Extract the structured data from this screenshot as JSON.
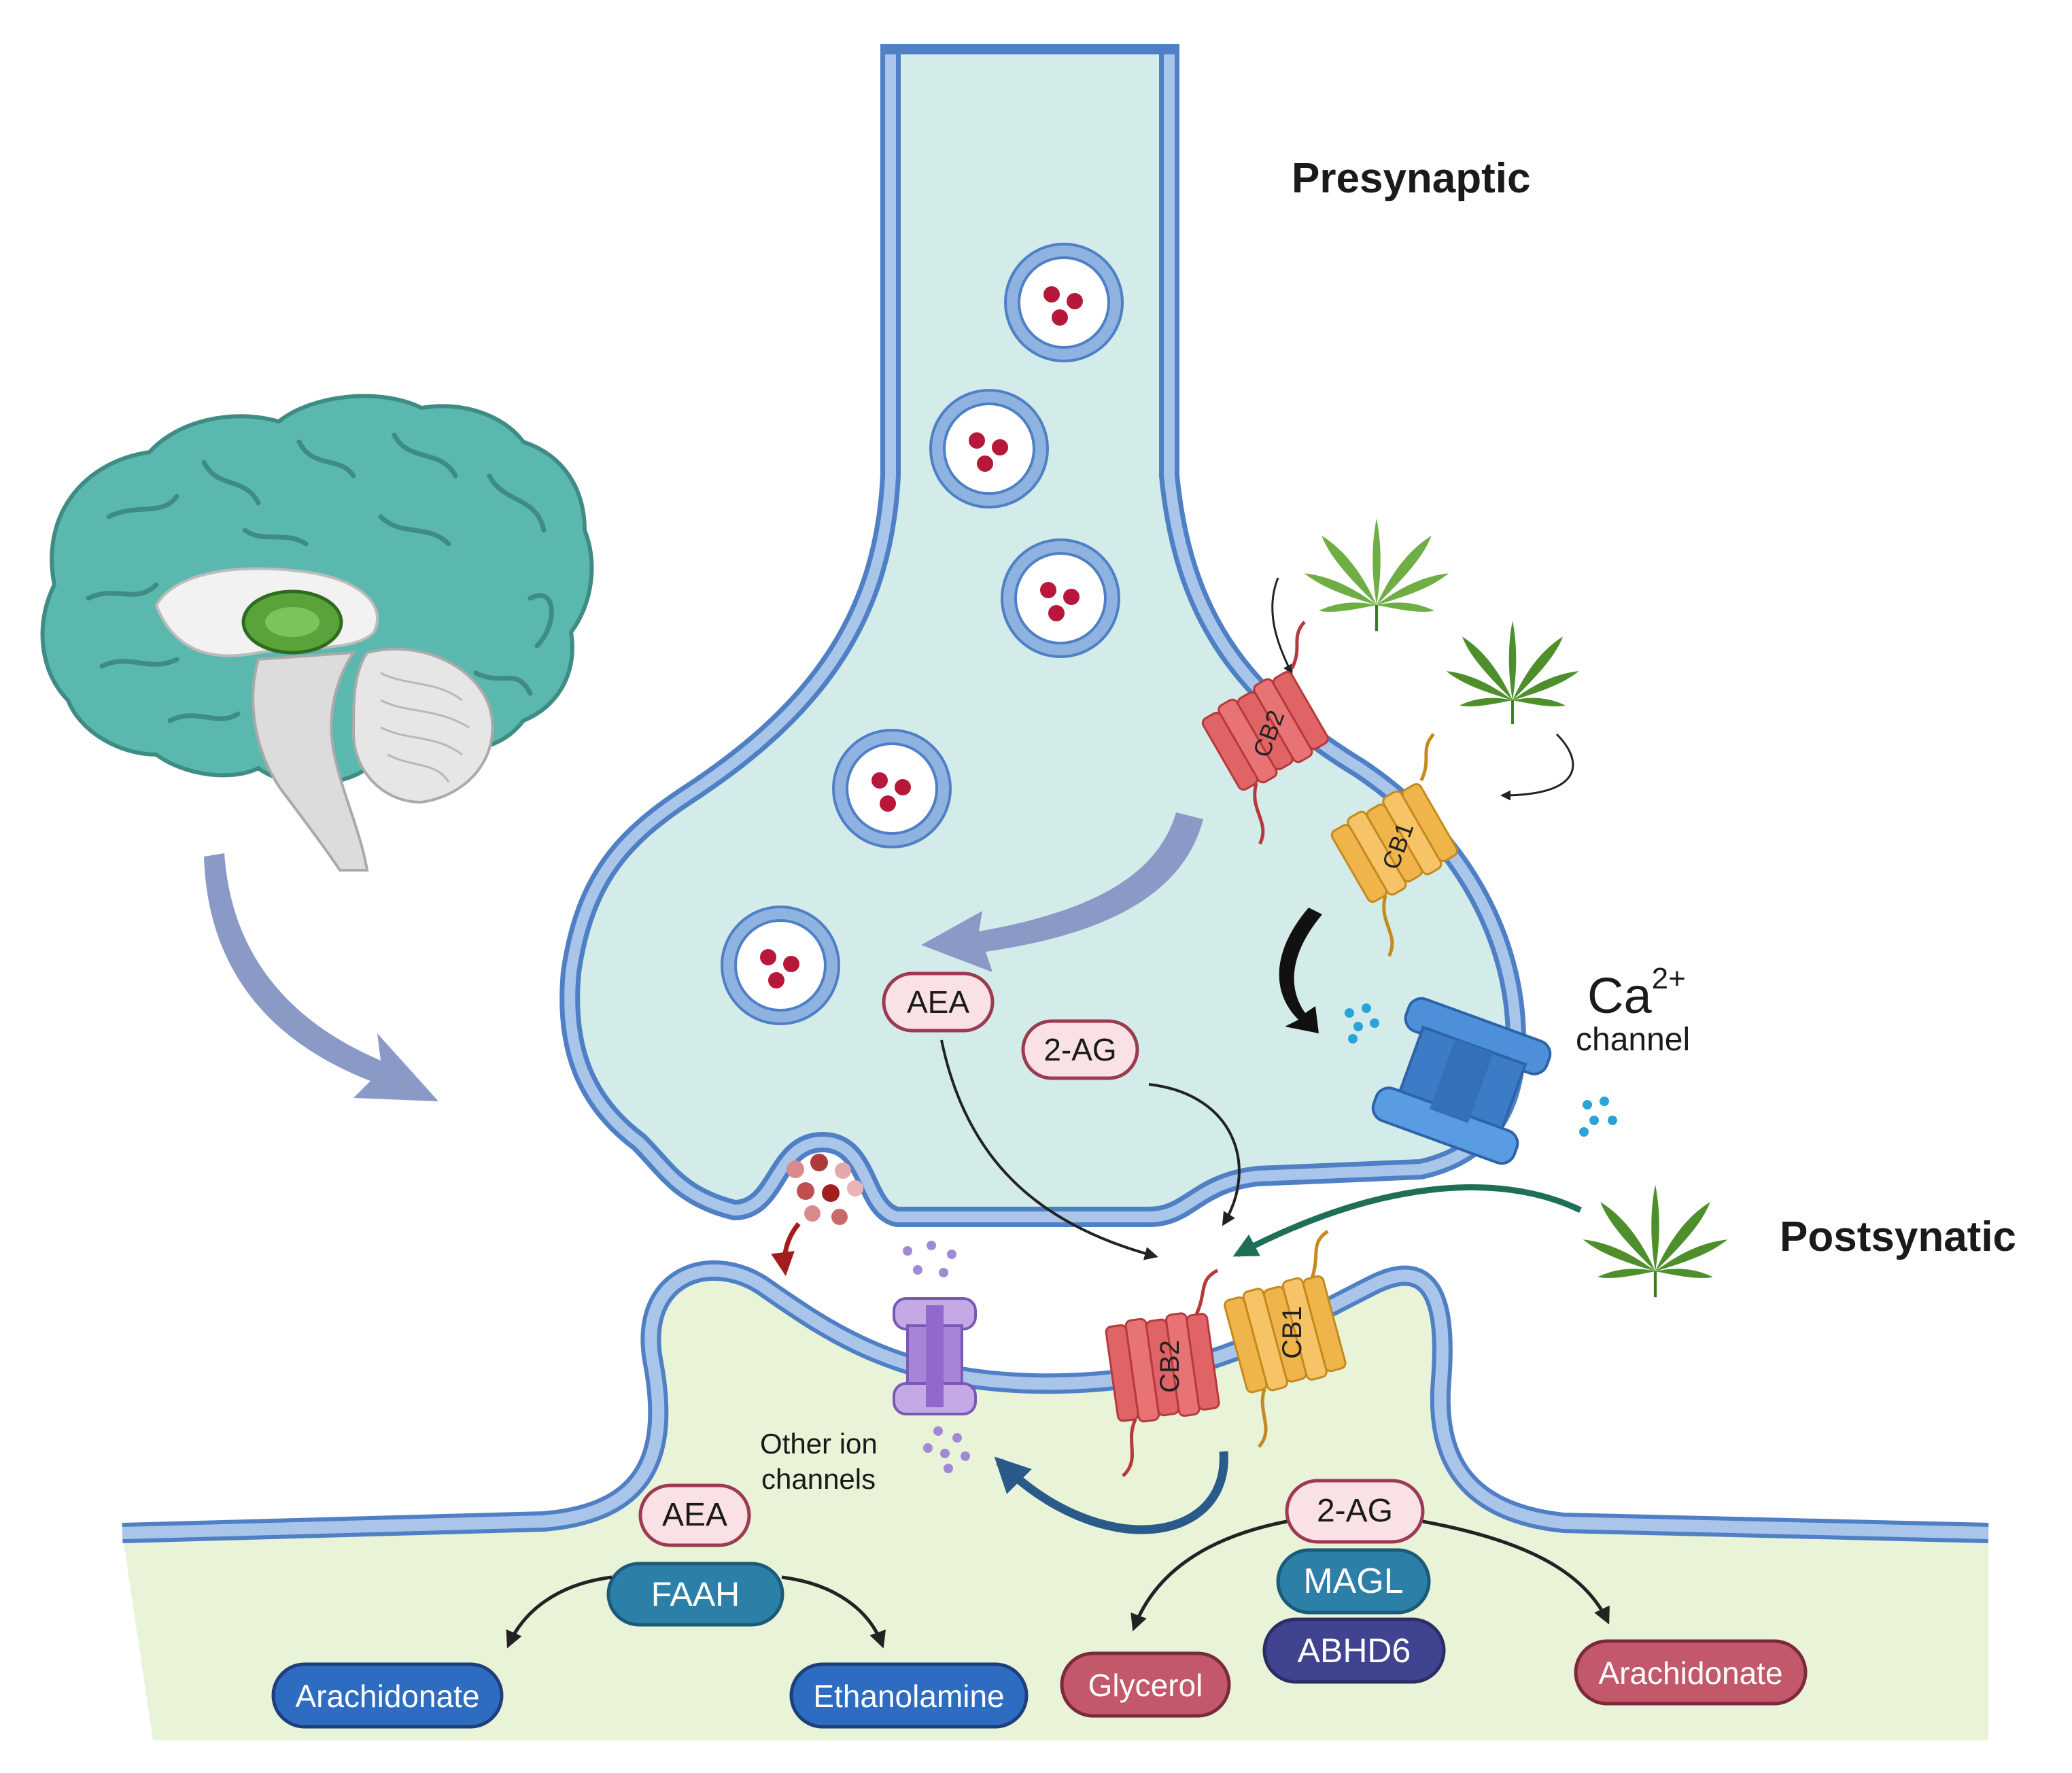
{
  "labels": {
    "presynaptic": "Presynaptic",
    "postsynaptic": "Postsynatic",
    "ca_main": "Ca",
    "ca_sup": "2+",
    "ca_channel": "channel",
    "other_ion_line1": "Other ion",
    "other_ion_line2": "channels"
  },
  "receptors": {
    "pre_cb2": "CB2",
    "pre_cb1": "CB1",
    "post_cb2": "CB2",
    "post_cb1": "CB1"
  },
  "molecules": {
    "pre_aea": "AEA",
    "pre_2ag": "2-AG",
    "post_aea": "AEA",
    "post_2ag": "2-AG"
  },
  "enzymes": {
    "faah": "FAAH",
    "magl": "MAGL",
    "abhd6": "ABHD6"
  },
  "products": {
    "arachidonate_left": "Arachidonate",
    "ethanolamine": "Ethanolamine",
    "glycerol": "Glycerol",
    "arachidonate_right": "Arachidonate"
  },
  "colors": {
    "presynaptic_fill": "#d3ecea",
    "membrane": "#8fb3e0",
    "membrane_edge": "#4f7fc4",
    "postsynaptic_fill": "#e9f3d8",
    "brain_teal": "#5bb8ae",
    "cb2_red": "#e06466",
    "cb1_orange": "#f0b54a",
    "faah_blue": "#2c7fa6",
    "magl_blue": "#2c7fa6",
    "abhd6_purple": "#3f4390",
    "product_blue": "#2d6cc0",
    "product_red": "#c2586a",
    "cannabis_green": "#4e8f2c",
    "big_arrow": "#8b99c7",
    "ca_channel_blue": "#4e8fd9"
  },
  "icons": [
    "brain-icon",
    "cannabis-leaf-icon",
    "vesicle-icon",
    "ion-channel-icon",
    "receptor-icon"
  ]
}
